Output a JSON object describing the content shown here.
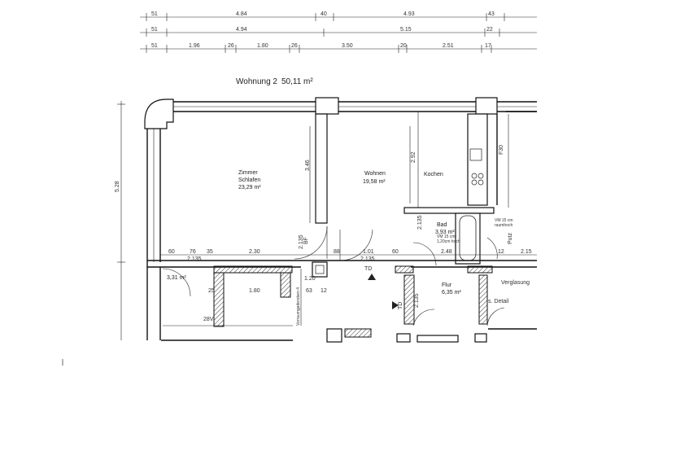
{
  "dimension_rows": [
    {
      "labels": [
        "51",
        "4.84",
        "40",
        "4.93",
        "43"
      ]
    },
    {
      "labels": [
        "51",
        "4.94",
        "5.15",
        "22"
      ]
    },
    {
      "labels": [
        "51",
        "1.96",
        "26",
        "1.80",
        "26",
        "3.50",
        "20",
        "2.51",
        "17"
      ]
    }
  ],
  "apartment": {
    "name": "Wohnung 2",
    "area": "50,11 m²"
  },
  "rooms": {
    "zimmer": {
      "name1": "Zimmer",
      "name2": "Schlafen",
      "area": "23,29 m²"
    },
    "wohnen": {
      "name": "Wohnen",
      "area": "19,58 m²"
    },
    "kochen": {
      "name": "Kochen"
    },
    "bad": {
      "name": "Bad",
      "area": "3,93 m²"
    },
    "flur": {
      "name": "Flur",
      "area": "6,35 m²"
    },
    "abstell": {
      "area": "3,31 m²"
    }
  },
  "labels": {
    "height_left": "5.28",
    "wall_346": "3.46",
    "wall_292": "2.92",
    "f30": "F30",
    "vm_bad": "VM 15 cm",
    "vm_bad2": "1,20cm hoch",
    "vm_kueche": "VM 15 cm",
    "vm_kueche2": "raumhoch",
    "putz": "Putz",
    "td": "TD",
    "td2": "TD",
    "verglasung": "Verglasung",
    "detail": "s. Detail",
    "d2135a": "2.135",
    "d2135b": "2.135",
    "d2135c": "2.135",
    "d2135d": "2.135",
    "d2135e": "2.135",
    "d101": "1.01",
    "d60a": "60",
    "d76": "76",
    "d35": "35",
    "d230": "2.30",
    "d60b": "60",
    "d248": "2.48",
    "d215": "2.15",
    "d12": "12",
    "d120": "1.20",
    "d180": "1.80",
    "d25": "25",
    "d63": "63",
    "d12b": "12",
    "d28v": "28V",
    "bf": "BF",
    "d88": "88",
    "vorraum": "Vorraumgaderoben 4"
  }
}
